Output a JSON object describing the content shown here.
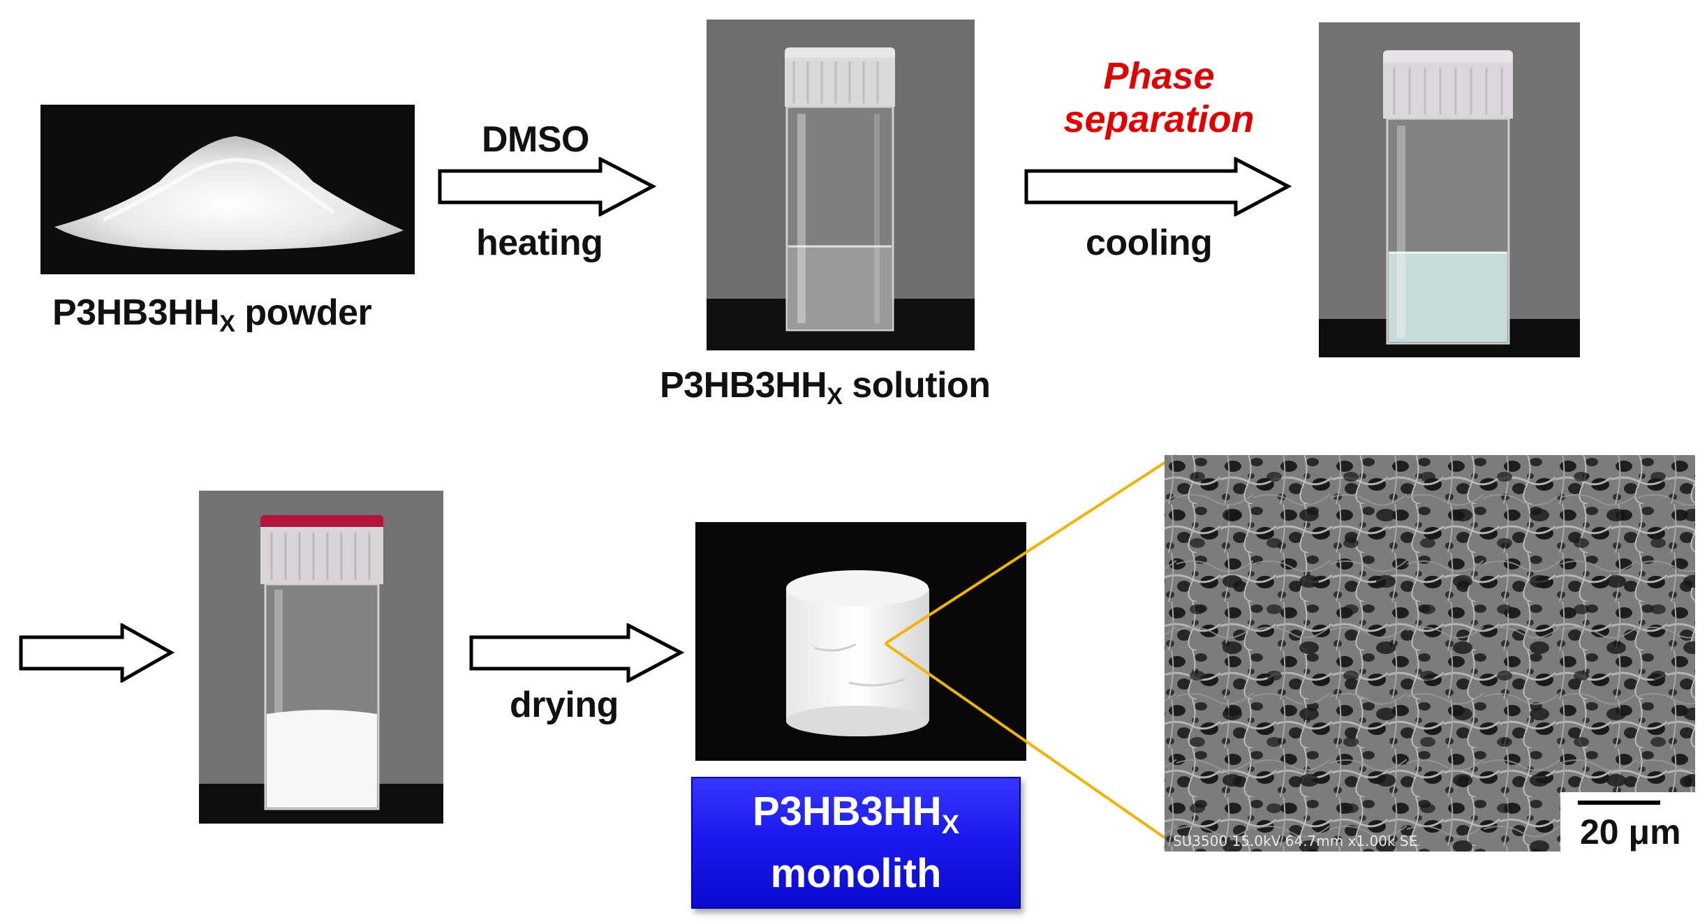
{
  "steps": {
    "powder_label": "P3HB3HH",
    "powder_sub": "X",
    "powder_suffix": " powder",
    "solution_label": "P3HB3HH",
    "solution_sub": "X",
    "solution_suffix": " solution",
    "arrow1_top": "DMSO",
    "arrow1_bottom": "heating",
    "arrow2_top_line1": "Phase",
    "arrow2_top_line2": "separation",
    "arrow2_bottom": "cooling",
    "arrow4_bottom": "drying",
    "monolith_line1": "P3HB3HH",
    "monolith_sub": "X",
    "monolith_line2": "monolith"
  },
  "sem": {
    "info": "SU3500 15.0kV 64.7mm x1.00k SE",
    "scale_label": "20 μm"
  },
  "colors": {
    "accent_red": "#e00000",
    "badge_blue": "#1a1aee",
    "zoom_lines": "#f0b400",
    "arrow_outline": "#000000"
  }
}
